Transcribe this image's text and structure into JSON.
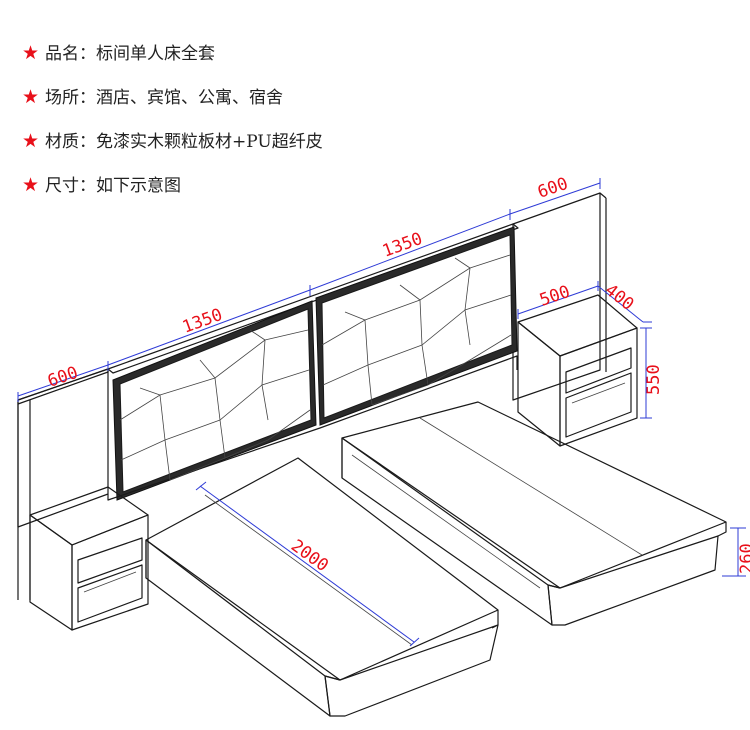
{
  "specs": [
    {
      "icon": "star-icon",
      "text": "品名：标间单人床全套"
    },
    {
      "icon": "star-icon",
      "text": "场所：酒店、宾馆、公寓、宿舍"
    },
    {
      "icon": "star-icon",
      "text": "材质：免漆实木颗粒板材+PU超纤皮"
    },
    {
      "icon": "star-icon",
      "text": "尺寸：如下示意图"
    }
  ],
  "dimensions": {
    "side_panel_left": "600",
    "headboard_left": "1350",
    "headboard_right": "1350",
    "side_panel_right": "600",
    "nightstand_width": "500",
    "nightstand_depth": "400",
    "nightstand_height": "550",
    "bed_length": "2000",
    "bed_height": "260"
  },
  "colors": {
    "star": "#e8101a",
    "dimension_text": "#e8101a",
    "dimension_line": "#2e3bd6",
    "outline": "#1a1a1a"
  }
}
